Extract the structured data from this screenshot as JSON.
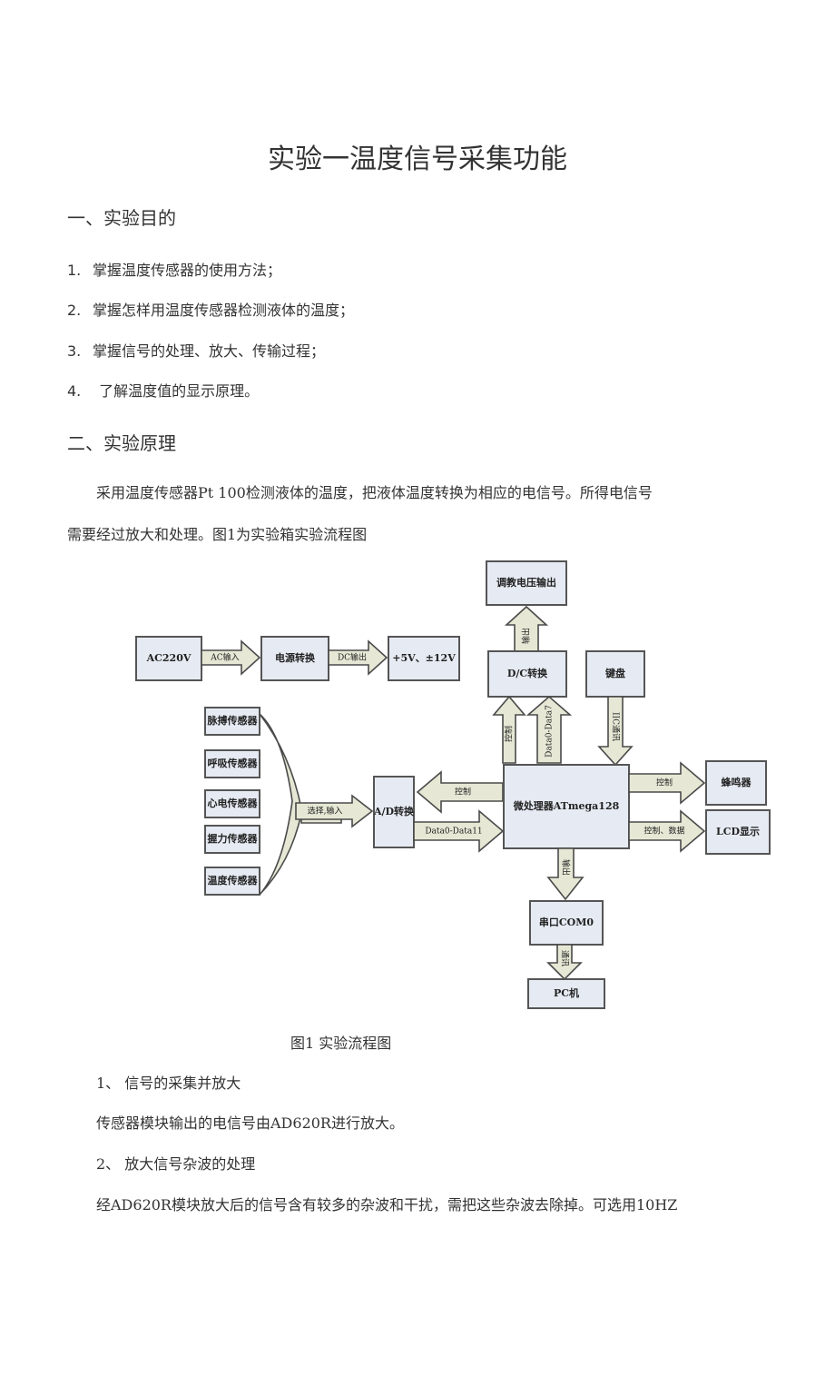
{
  "title": "实验一温度信号采集功能",
  "section1": {
    "heading": "一、实验目的",
    "items": [
      {
        "num": "1.",
        "text": "掌握温度传感器的使用方法；"
      },
      {
        "num": "2.",
        "text": "掌握怎样用温度传感器检测液体的温度；"
      },
      {
        "num": "3.",
        "text": "掌握信号的处理、放大、传输过程；"
      },
      {
        "num": "4.",
        "text": " 了解温度值的显示原理。"
      }
    ]
  },
  "section2": {
    "heading": "二、实验原理",
    "para_line1": "采用温度传感器Pt 100检测液体的温度，把液体温度转换为相应的电信号。所得电信号",
    "para_line2": "需要经过放大和处理。图1为实验箱实验流程图"
  },
  "diagram": {
    "blocks": {
      "ac220v": "AC220V",
      "power": "电源转换",
      "vout": "+5V、±12V",
      "dc_out": "调教电压输出",
      "dc": "D/C转换",
      "keyboard": "键盘",
      "s1": "脉搏传感器",
      "s2": "呼吸传感器",
      "s3": "心电传感器",
      "s4": "握力传感器",
      "s5": "温度传感器",
      "ad": "A/D转换",
      "mcu": "微处理器ATmega128",
      "buzzer": "蜂鸣器",
      "lcd": "LCD显示",
      "com": "串口COM0",
      "pc": "PC机"
    },
    "arrows": {
      "ac_in": "AC输入",
      "dc_output": "DC输出",
      "out_up": "输出",
      "ctrl_dc": "控制",
      "data07": "Data0-Data7",
      "iic": "IIC通讯",
      "select_input": "选择,输入",
      "ctrl_ad": "控制",
      "data11": "Data0-Data11",
      "ctrl_buzzer": "控制",
      "ctrl_data": "控制、数据",
      "out_down": "输出",
      "comm": "通讯"
    },
    "caption": "图1 实验流程图"
  },
  "subsections": [
    {
      "heading": "1、 信号的采集并放大",
      "text": "传感器模块输出的电信号由AD620R进行放大。"
    },
    {
      "heading": "2、 放大信号杂波的处理",
      "text": "经AD620R模块放大后的信号含有较多的杂波和干扰，需把这些杂波去除掉。可选用10HZ"
    }
  ],
  "colors": {
    "arrow_fill": "#e6e8d5",
    "box_fill": "#e6ebf3",
    "stroke": "#555555"
  }
}
